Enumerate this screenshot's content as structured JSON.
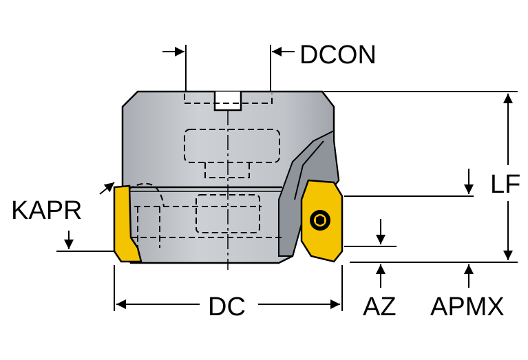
{
  "labels": {
    "dcon": "DCON",
    "lf": "LF",
    "kapr": "KAPR",
    "dc": "DC",
    "az": "AZ",
    "apmx": "APMX"
  },
  "colors": {
    "body": "#c3c6cb",
    "body_dark": "#8f949b",
    "insert": "#f5c400",
    "insert_edge": "#b08a00",
    "line": "#000000"
  }
}
